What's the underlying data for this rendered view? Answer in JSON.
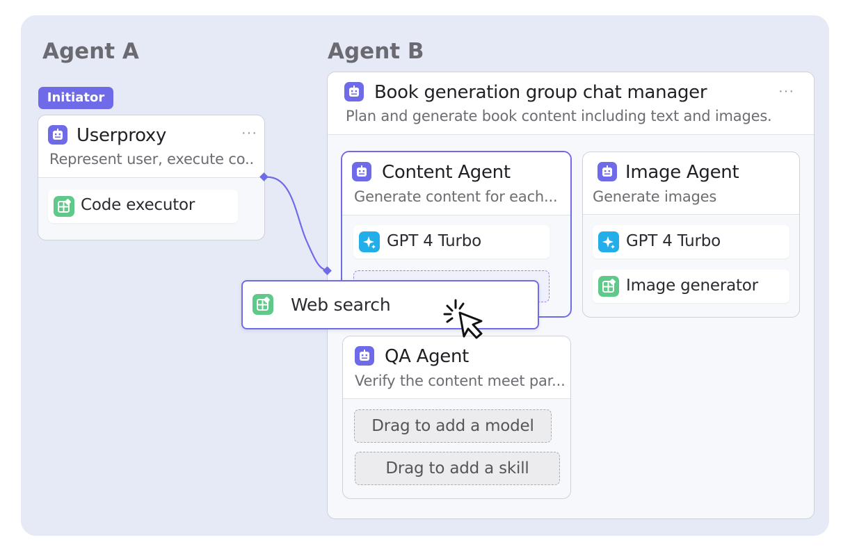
{
  "agent_a": {
    "heading": "Agent A",
    "badge": "Initiator",
    "card": {
      "title": "Userproxy",
      "description": "Represent user, execute co..",
      "more": "···",
      "skills": [
        "Code executor"
      ]
    }
  },
  "agent_b": {
    "heading": "Agent B",
    "manager": {
      "title": "Book generation group chat manager",
      "description": "Plan and generate book content including text and images.",
      "more": "···"
    },
    "agents": [
      {
        "title": "Content Agent",
        "description": "Generate content for each...",
        "model": "GPT 4 Turbo"
      },
      {
        "title": "Image Agent",
        "description": "Generate images",
        "model": "GPT 4 Turbo",
        "skill": "Image generator"
      },
      {
        "title": "QA Agent",
        "description": "Verify the content meet par...",
        "model_placeholder": "Drag to add a model",
        "skill_placeholder": "Drag to add a skill"
      }
    ]
  },
  "dragging": {
    "label": "Web search",
    "icon": "skill-icon"
  },
  "colors": {
    "canvas": "#e6eaf6",
    "accent": "#6f6be8",
    "skill_green": "#5fc98a",
    "model_blue": "#22aee8",
    "heading_gray": "#6a6a70"
  }
}
